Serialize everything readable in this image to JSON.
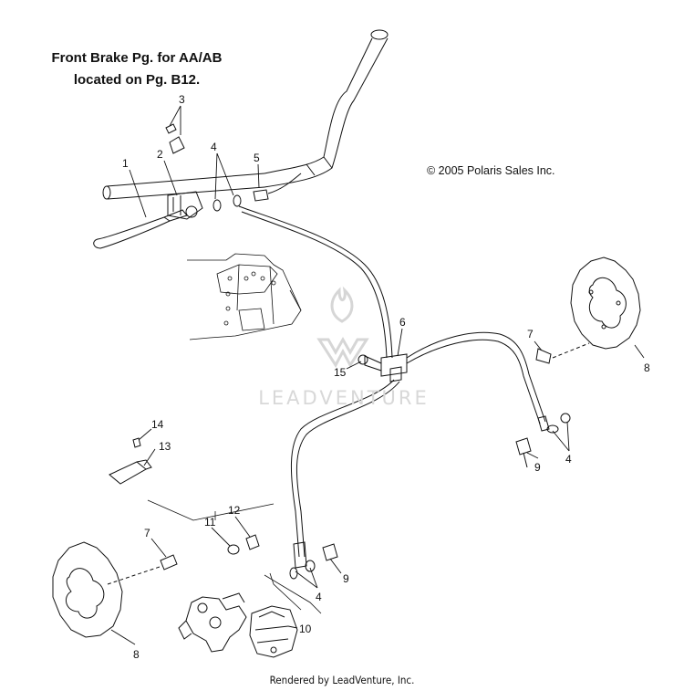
{
  "header": {
    "title_line1": "Front Brake Pg. for AA/AB",
    "title_line2": "located on Pg. B12."
  },
  "copyright": "© 2005 Polaris Sales Inc.",
  "watermark": "LEADVENTURE",
  "footer": "Rendered by LeadVenture, Inc.",
  "callouts": [
    "1",
    "2",
    "3",
    "4",
    "5",
    "6",
    "7",
    "8",
    "15",
    "9",
    "4",
    "14",
    "13",
    "7",
    "12",
    "11",
    "9",
    "4",
    "10",
    "8"
  ],
  "colors": {
    "line": "#111111",
    "watermark": "#d8d8d8"
  }
}
